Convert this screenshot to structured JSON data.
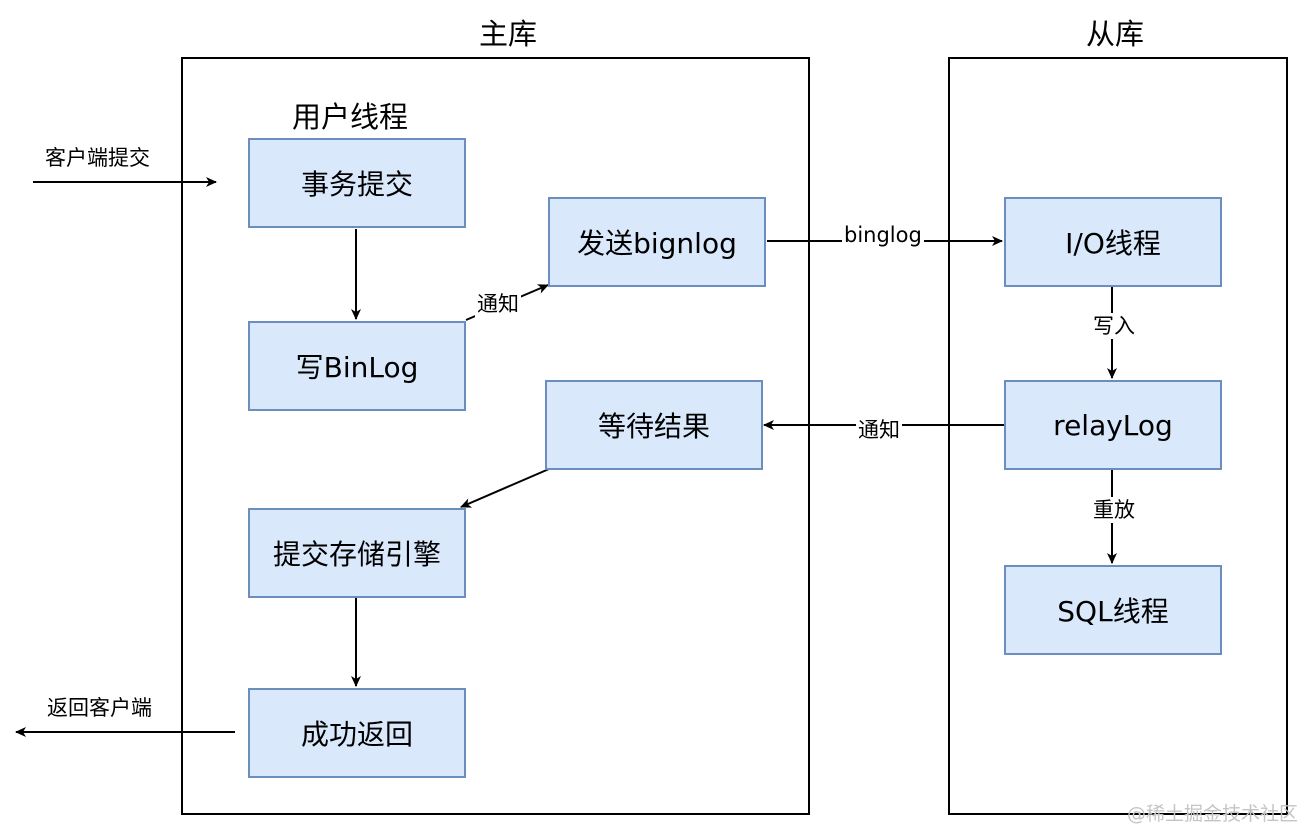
{
  "containers": {
    "master": {
      "title": "主库",
      "group_caption": "用户线程"
    },
    "slave": {
      "title": "从库"
    }
  },
  "nodes": {
    "commit_txn": "事务提交",
    "write_binlog": "写BinLog",
    "send_binlog": "发送bignlog",
    "wait_result": "等待结果",
    "commit_engine": "提交存储引擎",
    "return_success": "成功返回",
    "io_thread": "I/O线程",
    "relay_log": "relayLog",
    "sql_thread": "SQL线程"
  },
  "edge_labels": {
    "client_commit": "客户端提交",
    "notify_send": "通知",
    "binlog_transfer": "binglog",
    "write_in": "写入",
    "notify_back": "通知",
    "replay": "重放",
    "return_client": "返回客户端"
  },
  "watermark": "@稀土掘金技术社区",
  "colors": {
    "node_fill": "#dae8fc",
    "node_stroke": "#6c8ebf",
    "line": "#000000",
    "frame": "#000000"
  }
}
